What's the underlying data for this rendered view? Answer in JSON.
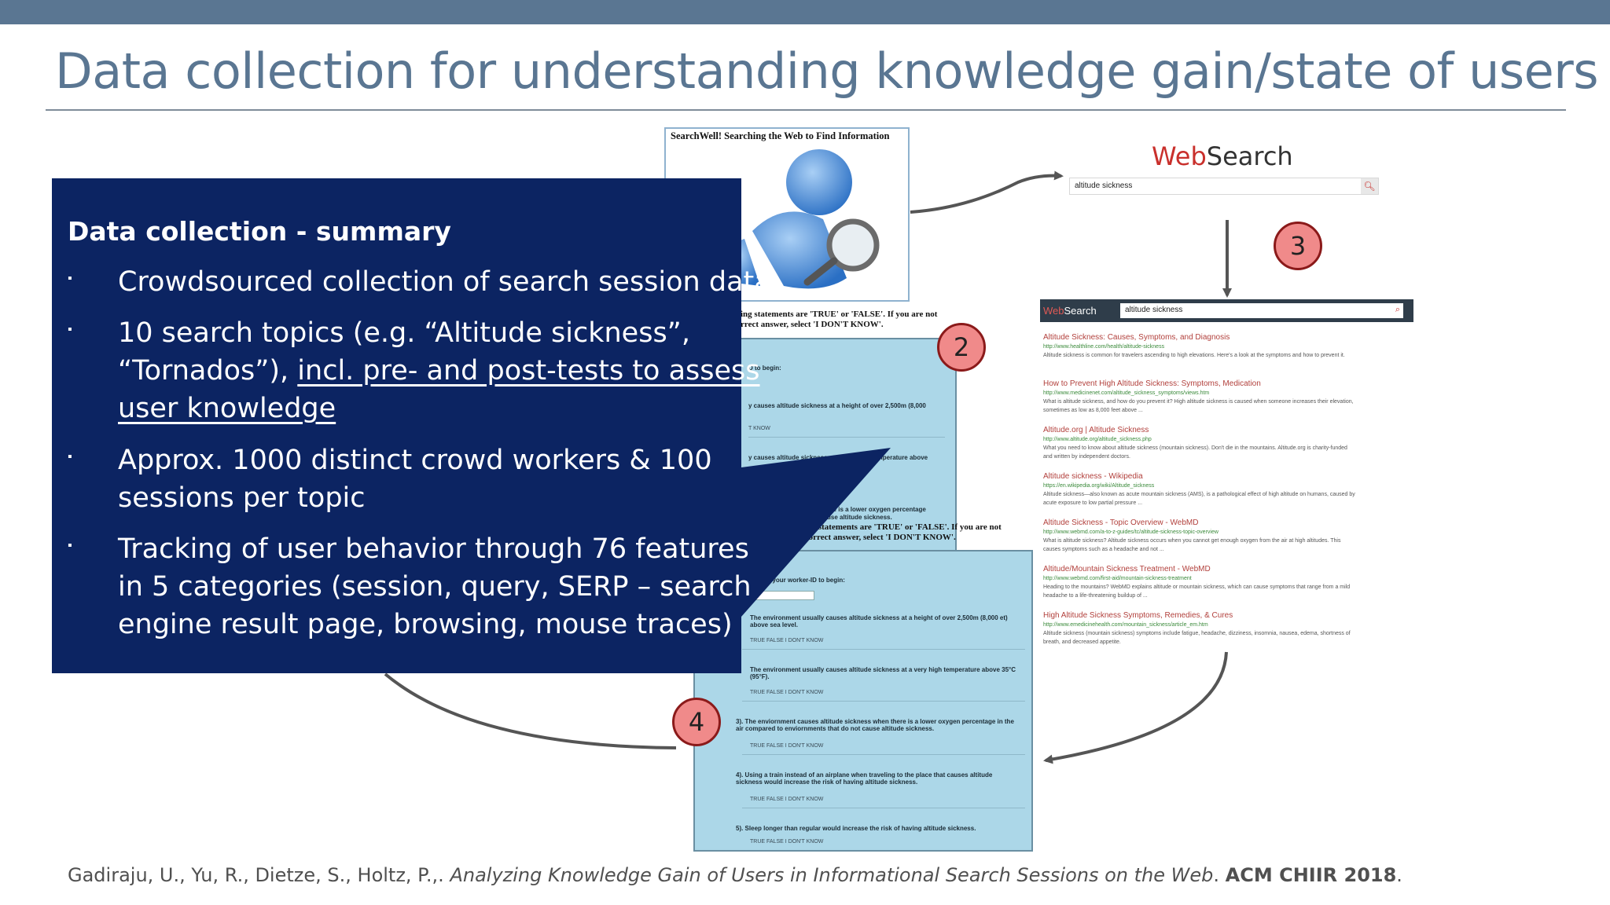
{
  "slide": {
    "title": "Data collection for understanding knowledge gain/state of users",
    "accent_color": "#5a7692"
  },
  "panel": {
    "heading": "Data collection - summary",
    "bullet_marker": "▪",
    "bullets": [
      {
        "lines": [
          "Crowdsourced collection of search session data"
        ]
      },
      {
        "lines": [
          "10 search topics (e.g. “Altitude sickness”,",
          "“Tornados”), ",
          "incl. pre- and post-tests to assess",
          "user knowledge"
        ]
      },
      {
        "lines": [
          "Approx. 1000 distinct crowd workers & 100",
          "sessions per topic"
        ]
      },
      {
        "lines": [
          "Tracking of user behavior through 76 features",
          "in 5 categories (session, query, SERP – search",
          "engine result page, browsing, mouse traces)"
        ]
      }
    ],
    "background_color": "#0c2462"
  },
  "collage": {
    "searchwell_title": "SearchWell! Searching the Web to Find Information",
    "step_numbers": [
      "2",
      "3",
      "4"
    ],
    "quiz_instruction_1": "ing statements are 'TRUE' or 'FALSE'. If you are not",
    "quiz_instruction_2": "rrect answer, select 'I DON'T KNOW'.",
    "quiz2_lines": [
      "D to begin:",
      "y causes altitude sickness at a height of over 2,500m (8,000",
      "T KNOW",
      "y causes altitude sickness at a very high temperature above",
      "ere is a lower oxygen percentage",
      "use altitude sickness."
    ],
    "quiz4_header_1": "owing statements are 'TRUE' or 'FALSE'. If you are not",
    "quiz4_header_2": "he correct answer, select 'I DON'T KNOW'.",
    "quiz4_worker": "e enter your worker-ID to begin:",
    "quiz4_questions": [
      "The environment usually causes altitude sickness at a height of over 2,500m (8,000 et) above sea level.",
      "The environment usually causes altitude sickness at a very high temperature above 35°C (95°F).",
      "3). The enviornment causes altitude sickness when there is a lower oxygen percentage in the air compared to enviornments that do not cause altitude sickness.",
      "4). Using a train instead of an airplane when traveling to the place that causes altitude sickness would increase the risk of having altitude sickness.",
      "5). Sleep longer than regular would increase the risk of having altitude sickness."
    ],
    "quiz_options": "TRUE     FALSE     I DON'T KNOW",
    "websearch_logo_red": "Web",
    "websearch_logo_dark": "Search",
    "search_query": "altitude sickness",
    "serp_brand_red": "Web",
    "serp_brand_white": "Search",
    "serp_results": [
      {
        "title": "Altitude Sickness: Causes, Symptoms, and Diagnosis",
        "url": "http://www.healthline.com/health/altitude-sickness",
        "snippet": "Altitude sickness is common for travelers ascending to high elevations. Here's a look at the symptoms and how to prevent it."
      },
      {
        "title": "How to Prevent High Altitude Sickness: Symptoms, Medication",
        "url": "http://www.medicinenet.com/altitude_sickness_symptoms/views.htm",
        "snippet": "What is altitude sickness, and how do you prevent it? High altitude sickness is caused when someone increases their elevation, sometimes as low as 8,000 feet above ..."
      },
      {
        "title": "Altitude.org | Altitude Sickness",
        "url": "http://www.altitude.org/altitude_sickness.php",
        "snippet": "What you need to know about altitude sickness (mountain sickness). Don't die in the mountains. Altitude.org is charity-funded and written by independent doctors."
      },
      {
        "title": "Altitude sickness - Wikipedia",
        "url": "https://en.wikipedia.org/wiki/Altitude_sickness",
        "snippet": "Altitude sickness—also known as acute mountain sickness (AMS), is a pathological effect of high altitude on humans, caused by acute exposure to low partial pressure ..."
      },
      {
        "title": "Altitude Sickness - Topic Overview - WebMD",
        "url": "http://www.webmd.com/a-to-z-guides/tc/altitude-sickness-topic-overview",
        "snippet": "What is altitude sickness? Altitude sickness occurs when you cannot get enough oxygen from the air at high altitudes. This causes symptoms such as a headache and not ..."
      },
      {
        "title": "Altitude/Mountain Sickness Treatment - WebMD",
        "url": "http://www.webmd.com/first-aid/mountain-sickness-treatment",
        "snippet": "Heading to the mountains? WebMD explains altitude or mountain sickness, which can cause symptoms that range from a mild headache to a life-threatening buildup of ..."
      },
      {
        "title": "High Altitude Sickness Symptoms, Remedies, & Cures",
        "url": "http://www.emedicinehealth.com/mountain_sickness/article_em.htm",
        "snippet": "Altitude sickness (mountain sickness) symptoms include fatigue, headache, dizziness, insomnia, nausea, edema, shortness of breath, and decreased appetite."
      }
    ]
  },
  "citation": {
    "authors": "Gadiraju, U., Yu, R., Dietze, S., Holtz, P.,. ",
    "paper": "Analyzing Knowledge Gain of Users in Informational Search Sessions on the Web",
    "sep": ". ",
    "venue": "ACM CHIIR 2018",
    "end": "."
  }
}
